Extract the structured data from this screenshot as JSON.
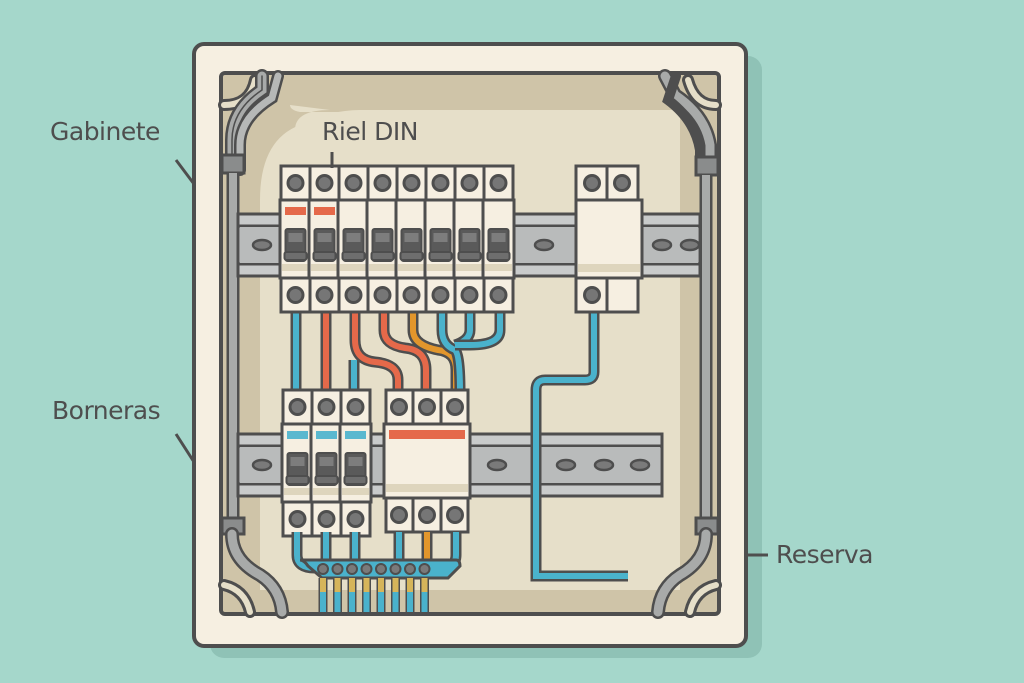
{
  "labels": {
    "cabinet": "Gabinete",
    "din_rail": "Riel DIN",
    "terminal_blocks": "Borneras",
    "spare": "Reserva"
  },
  "colors": {
    "background": "#a5d7cb",
    "cabinet": "#f6efe1",
    "panel": "#e6dfc9",
    "outline": "#4e4e4e",
    "rail": "#c9cbcb",
    "wire_blue": "#4ab2cc",
    "wire_red": "#e5694a",
    "wire_orange": "#e2962c",
    "indicator_red": "#e5694a",
    "indicator_cyan": "#5ab8cf"
  },
  "components": {
    "top_breakers": {
      "count": 8,
      "indicators": [
        "red",
        "red",
        "none",
        "none",
        "none",
        "none",
        "none",
        "none"
      ]
    },
    "top_right_module": {
      "poles": 2,
      "bottom_terminals": 1
    },
    "bottom_breakers": {
      "count": 3,
      "indicators": [
        "cyan",
        "cyan",
        "cyan"
      ]
    },
    "bottom_module": {
      "poles": 3,
      "indicator": "red"
    },
    "terminal_bus": {
      "terminals": 8
    },
    "top_wires": [
      "blue",
      "red",
      "red",
      "red",
      "orange",
      "blue",
      "blue",
      "blue"
    ],
    "din_rails": 2
  }
}
